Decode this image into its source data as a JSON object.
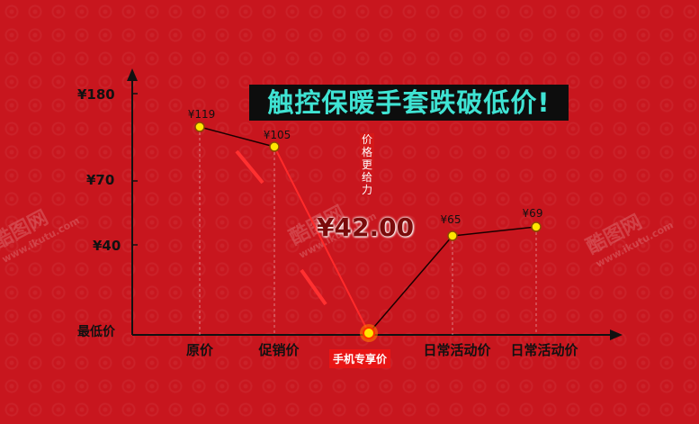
{
  "title": "触控保暖手套跌破低价!",
  "watermark": {
    "name": "酷图网",
    "url": "www.ikutu.com"
  },
  "highlight": {
    "price": "¥42.00",
    "vertical_text": "价格更给力",
    "badge": "手机专享价"
  },
  "chart_data": {
    "type": "line",
    "title": "触控保暖手套跌破低价!",
    "y_ticks": [
      "¥180",
      "¥70",
      "¥40",
      "最低价"
    ],
    "categories": [
      "原价",
      "促销价",
      "手机专享价",
      "日常活动价",
      "日常活动价"
    ],
    "values": [
      119,
      105,
      42,
      65,
      69
    ],
    "value_labels": [
      "¥119",
      "¥105",
      "¥42.00",
      "¥65",
      "¥69"
    ],
    "grid": false
  },
  "colors": {
    "background": "#c8161e",
    "title_text": "#3fe3d3",
    "point": "#ffe600"
  }
}
